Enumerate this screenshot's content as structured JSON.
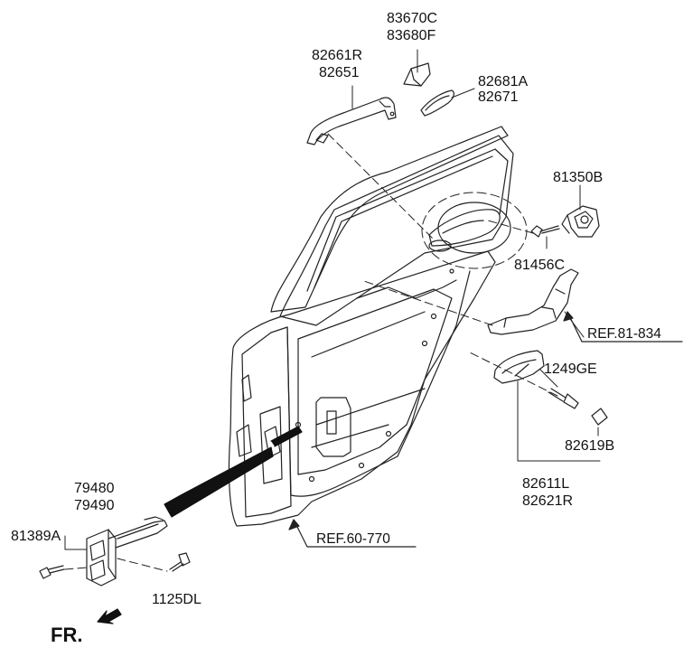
{
  "labels": {
    "p83670c": "83670C",
    "p83680f": "83680F",
    "p82661r": "82661R",
    "p82651": "82651",
    "p82681a": "82681A",
    "p82671": "82671",
    "p81350b": "81350B",
    "p81456c": "81456C",
    "ref81834": "REF.81-834",
    "p1249ge": "1249GE",
    "p82619b": "82619B",
    "p82611l": "82611L",
    "p82621r": "82621R",
    "ref60770": "REF.60-770",
    "p79480": "79480",
    "p79490": "79490",
    "p81389a": "81389A",
    "p1125dl": "1125DL",
    "fr": "FR."
  }
}
